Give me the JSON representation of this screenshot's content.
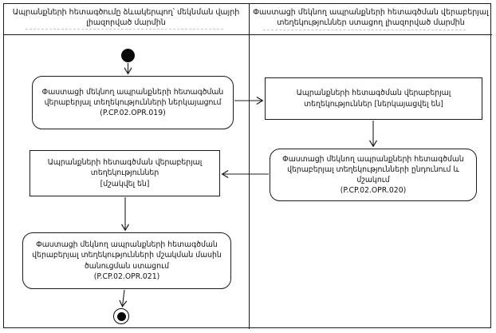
{
  "diagram": {
    "title": "Activity diagram P.CP.02 — traceability of actually departing goods",
    "colors": {
      "border": "#1b1b1b",
      "background": "#ffffff",
      "text": "#111111",
      "node_fill": "#0a0a0a"
    },
    "lanes": [
      {
        "id": "departure-authority",
        "title_lines": [
          "Ապրանքների հետագծումը ձևակերպող՝ մեկնման վայրի",
          "լիազորված մարմին"
        ]
      },
      {
        "id": "receiving-authority",
        "title_lines": [
          "Փաստացի մեկնող ապրանքների հետագծման վերաբերյալ",
          "տեղեկություններ ստացող լիազորված մարմին"
        ]
      }
    ],
    "nodes": {
      "start": {
        "type": "initial"
      },
      "activity1": {
        "type": "activity",
        "lines": [
          "Փաստացի մեկնող ապրանքների հետագծման",
          "վերաբերյալ տեղեկությունների ներկայացում",
          "(P.CP.02.OPR.019)"
        ]
      },
      "state1": {
        "type": "state",
        "lines": [
          "Ապրանքների հետագծման վերաբերյալ",
          "տեղեկություններ [ներկայացվել են]"
        ]
      },
      "activity2": {
        "type": "activity",
        "lines": [
          "Փաստացի մեկնող ապրանքների հետագծման",
          "վերաբերյալ տեղեկությունների ընդունում և",
          "մշակում",
          "(P.CP.02.OPR.020)"
        ]
      },
      "state2": {
        "type": "state",
        "lines": [
          "Ապրանքների հետագծման վերաբերյալ",
          "տեղեկություններ",
          "[մշակվել են]"
        ]
      },
      "activity3": {
        "type": "activity",
        "lines": [
          "Փաստացի մեկնող ապրանքների հետագծման",
          "վերաբերյալ տեղեկությունների մշակման մասին",
          "ծանուցման ստացում",
          "(P.CP.02.OPR.021)"
        ]
      },
      "end": {
        "type": "final"
      }
    },
    "edges": [
      {
        "from": "start",
        "to": "activity1"
      },
      {
        "from": "activity1",
        "to": "state1"
      },
      {
        "from": "state1",
        "to": "activity2"
      },
      {
        "from": "activity2",
        "to": "state2"
      },
      {
        "from": "state2",
        "to": "activity3"
      },
      {
        "from": "activity3",
        "to": "end"
      }
    ]
  }
}
